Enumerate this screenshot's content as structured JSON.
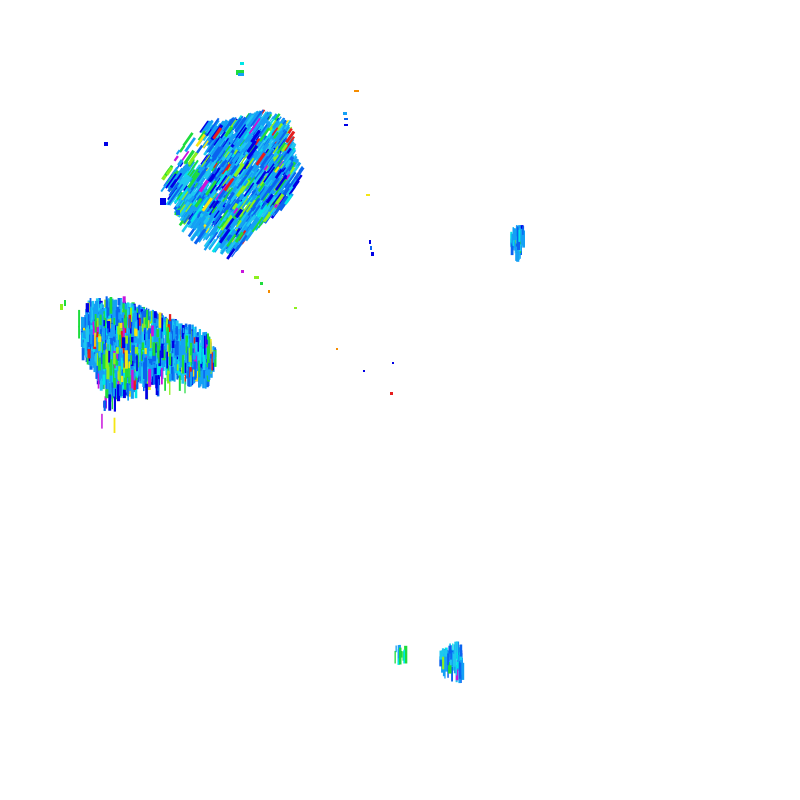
{
  "layer": {
    "type": "radar-reflectivity-overlay",
    "background": "#ffffff",
    "palette": {
      "deep_blue": "#0000e6",
      "blue": "#0a64f0",
      "sky": "#14a0f5",
      "cyan": "#1ec8f0",
      "aqua": "#00e6e6",
      "green": "#1edc3c",
      "lime": "#8cf01e",
      "yellow": "#f5e614",
      "orange": "#f58c00",
      "red": "#e61e1e",
      "magenta": "#c814dc"
    }
  },
  "echo_regions": [
    {
      "id": "echo-cluster-north",
      "intensity": "moderate",
      "dominant": "sky"
    },
    {
      "id": "echo-cluster-west",
      "intensity": "moderate",
      "dominant": "sky"
    },
    {
      "id": "echo-cell-east",
      "intensity": "light",
      "dominant": "sky"
    },
    {
      "id": "echo-cell-south",
      "intensity": "light",
      "dominant": "sky"
    },
    {
      "id": "echo-speckles",
      "intensity": "trace",
      "dominant": "mixed"
    }
  ]
}
